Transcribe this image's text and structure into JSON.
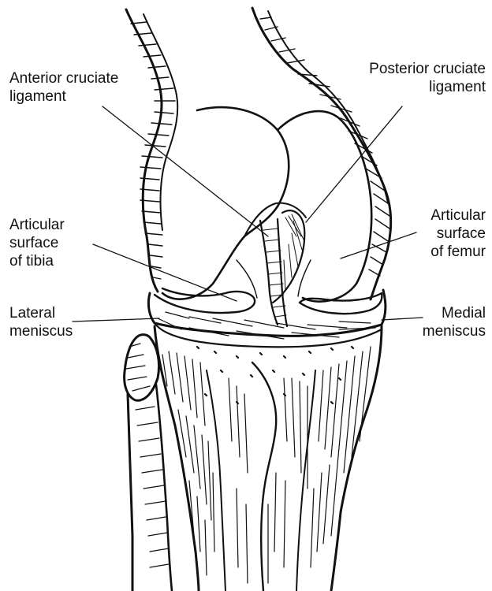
{
  "diagram": {
    "labels": {
      "anterior_cruciate": [
        "Anterior cruciate",
        "ligament"
      ],
      "posterior_cruciate": [
        "Posterior cruciate",
        "ligament"
      ],
      "articular_tibia": [
        "Articular",
        "surface",
        "of tibia"
      ],
      "articular_femur": [
        "Articular",
        "surface",
        "of femur"
      ],
      "lateral_meniscus": [
        "Lateral",
        "meniscus"
      ],
      "medial_meniscus": [
        "Medial",
        "meniscus"
      ]
    },
    "colors": {
      "ink": "#111111",
      "background": "#ffffff"
    }
  }
}
